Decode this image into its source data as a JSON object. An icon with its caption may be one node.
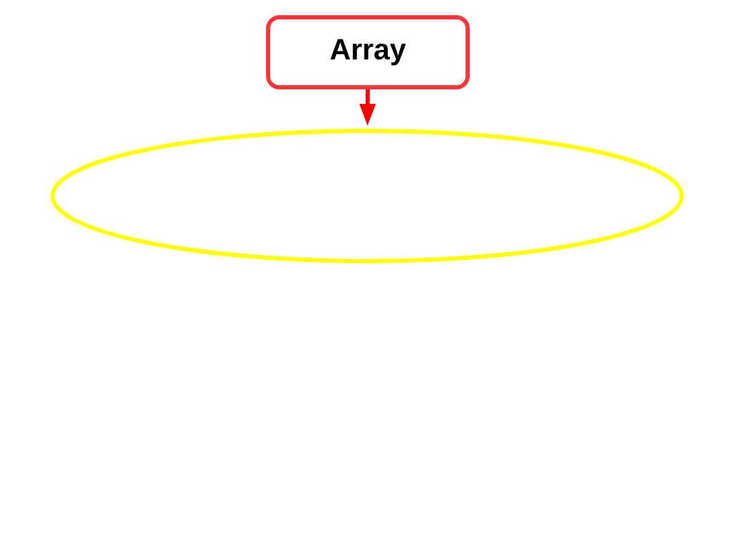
{
  "diagram": {
    "nodes": [
      {
        "text": [
          "Array"
        ]
      },
      {
        "text": [],
        "shape": "ellipse"
      }
    ],
    "edges": [
      {
        "from": 0,
        "to": 1,
        "arrow": "to",
        "color": "#ff0000"
      }
    ]
  }
}
